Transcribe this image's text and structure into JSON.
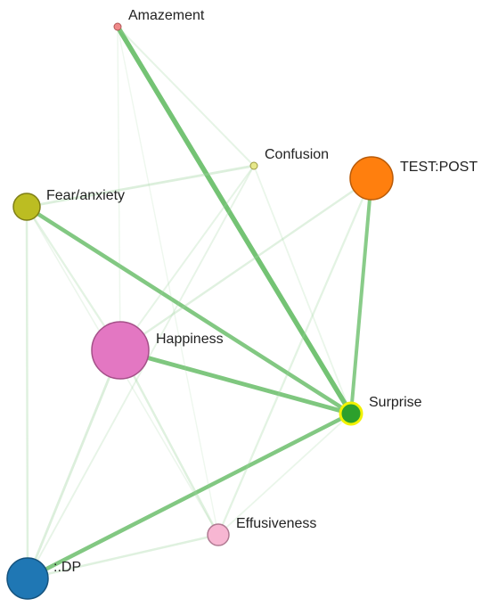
{
  "nodes": [
    {
      "id": "amazement",
      "label": "Amazement",
      "color": "#f08a8a",
      "stroke": "#b05555"
    },
    {
      "id": "confusion",
      "label": "Confusion",
      "color": "#e6e88a",
      "stroke": "#9a9a40"
    },
    {
      "id": "test-post",
      "label": "TEST:POST",
      "color": "#ff7f0e",
      "stroke": "#b85a08"
    },
    {
      "id": "fear",
      "label": "Fear/anxiety",
      "color": "#bcbd22",
      "stroke": "#7e7e15"
    },
    {
      "id": "happiness",
      "label": "Happiness",
      "color": "#e377c2",
      "stroke": "#a45088"
    },
    {
      "id": "surprise",
      "label": "Surprise",
      "color": "#2ca02c",
      "stroke": "#f2f200"
    },
    {
      "id": "effusiveness",
      "label": "Effusiveness",
      "color": "#f7b6d2",
      "stroke": "#b07a92"
    },
    {
      "id": "dp",
      "label": ":.DP",
      "color": "#1f77b4",
      "stroke": "#15537e"
    }
  ],
  "edges": [
    {
      "source": "amazement",
      "target": "surprise",
      "weight": 0.9
    },
    {
      "source": "fear",
      "target": "surprise",
      "weight": 0.7
    },
    {
      "source": "happiness",
      "target": "surprise",
      "weight": 0.75
    },
    {
      "source": "test-post",
      "target": "surprise",
      "weight": 0.6
    },
    {
      "source": "dp",
      "target": "surprise",
      "weight": 0.7
    },
    {
      "source": "fear",
      "target": "confusion",
      "weight": 0.35
    },
    {
      "source": "fear",
      "target": "dp",
      "weight": 0.3
    },
    {
      "source": "happiness",
      "target": "dp",
      "weight": 0.35
    },
    {
      "source": "happiness",
      "target": "test-post",
      "weight": 0.28
    },
    {
      "source": "happiness",
      "target": "effusiveness",
      "weight": 0.3
    },
    {
      "source": "fear",
      "target": "happiness",
      "weight": 0.25
    },
    {
      "source": "amazement",
      "target": "confusion",
      "weight": 0.2
    },
    {
      "source": "dp",
      "target": "effusiveness",
      "weight": 0.3
    },
    {
      "source": "test-post",
      "target": "effusiveness",
      "weight": 0.25
    },
    {
      "source": "confusion",
      "target": "happiness",
      "weight": 0.2
    },
    {
      "source": "confusion",
      "target": "dp",
      "weight": 0.18
    },
    {
      "source": "amazement",
      "target": "happiness",
      "weight": 0.1
    },
    {
      "source": "confusion",
      "target": "surprise",
      "weight": 0.15
    },
    {
      "source": "effusiveness",
      "target": "surprise",
      "weight": 0.15
    },
    {
      "source": "fear",
      "target": "effusiveness",
      "weight": 0.12
    },
    {
      "source": "amazement",
      "target": "effusiveness",
      "weight": 0.08
    }
  ]
}
